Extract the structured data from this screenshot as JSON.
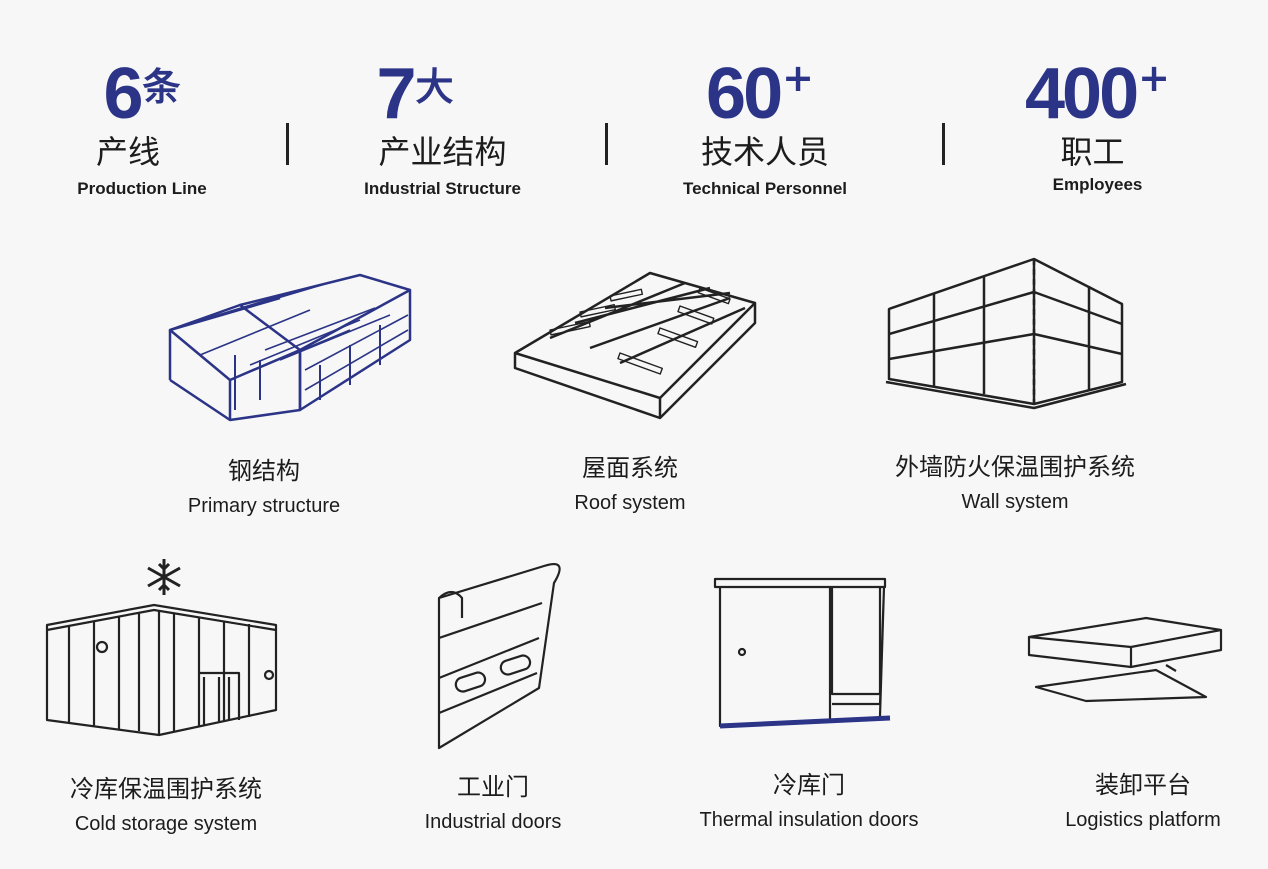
{
  "stats": [
    {
      "number": "6",
      "suffix": "条",
      "zh": "产线",
      "en": "Production Line"
    },
    {
      "number": "7",
      "suffix": "大",
      "zh": "产业结构",
      "en": "Industrial Structure"
    },
    {
      "number": "60",
      "suffix": "+",
      "zh": "技术人员",
      "en": "Technical Personnel"
    },
    {
      "number": "400",
      "suffix": "+",
      "zh": "职工",
      "en": "Employees"
    }
  ],
  "items": [
    {
      "zh": "钢结构",
      "en": "Primary structure",
      "icon": "steel-frame-icon"
    },
    {
      "zh": "屋面系统",
      "en": "Roof system",
      "icon": "roof-panel-icon"
    },
    {
      "zh": "外墙防火保温围护系统",
      "en": "Wall system",
      "icon": "wall-panel-icon"
    },
    {
      "zh": "冷库保温围护系统",
      "en": "Cold storage system",
      "icon": "cold-storage-icon"
    },
    {
      "zh": "工业门",
      "en": "Industrial doors",
      "icon": "industrial-door-icon"
    },
    {
      "zh": "冷库门",
      "en": "Thermal insulation doors",
      "icon": "thermal-door-icon"
    },
    {
      "zh": "装卸平台",
      "en": "Logistics platform",
      "icon": "dock-platform-icon"
    }
  ],
  "colors": {
    "accent": "#2b3486",
    "ink": "#1c1c1c",
    "background": "#f7f7f7"
  }
}
